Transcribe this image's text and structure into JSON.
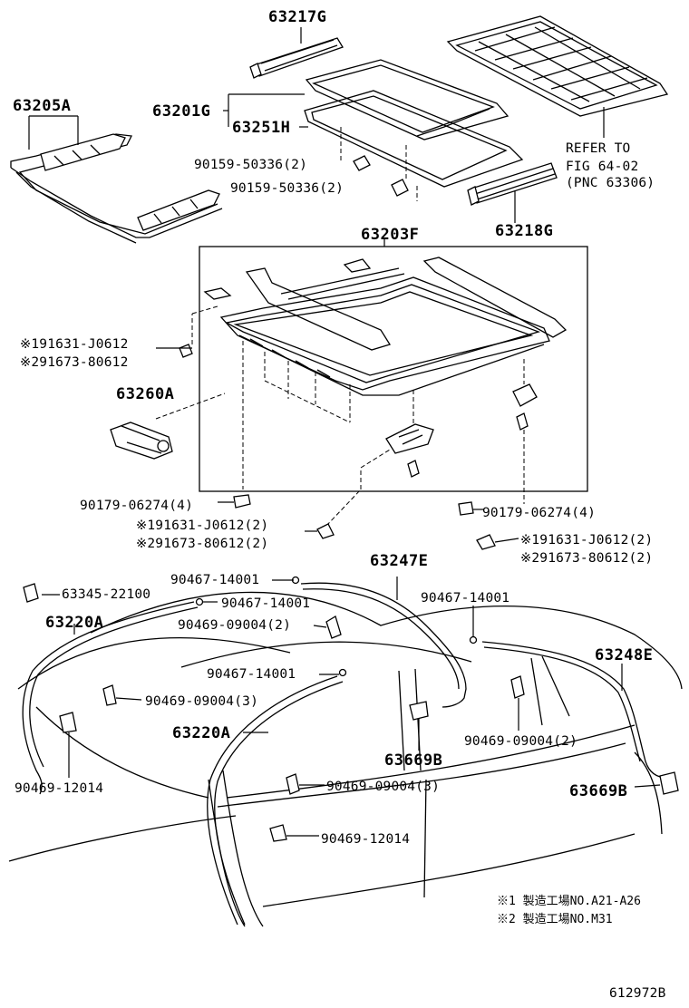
{
  "diagram": {
    "labels": {
      "p63217G": "63217G",
      "p63205A": "63205A",
      "p63201G": "63201G",
      "p63251H": "63251H",
      "p9015950336_a": "90159-50336(2)",
      "p9015950336_b": "90159-50336(2)",
      "refer1": "REFER TO",
      "refer2": "FIG 64-02",
      "refer3": "(PNC 63306)",
      "p63218G": "63218G",
      "p63203F": "63203F",
      "m1_91631": "※191631-J0612",
      "m2_91673": "※291673-80612",
      "p63260A": "63260A",
      "p9017906274_left": "90179-06274(4)",
      "p9017906274_right": "90179-06274(4)",
      "m1_91631_c": "※191631-J0612(2)",
      "m2_91673_c": "※291673-80612(2)",
      "m1_91631_r": "※191631-J0612(2)",
      "m2_91673_r": "※291673-80612(2)",
      "p63247E": "63247E",
      "p9046714001_a": "90467-14001",
      "p6334522100": "63345-22100",
      "p9046714001_b": "90467-14001",
      "p9046714001_c": "90467-14001",
      "p63220A_top": "63220A",
      "p9046909004_2a": "90469-09004(2)",
      "p63248E": "63248E",
      "p9046714001_d": "90467-14001",
      "p9046909004_3a": "90469-09004(3)",
      "p63220A_mid": "63220A",
      "p9046909004_2b": "90469-09004(2)",
      "p63669B_mid": "63669B",
      "p63669B_right": "63669B",
      "p9046912014_left": "90469-12014",
      "p9046909004_3b": "90469-09004(3)",
      "p9046912014_mid": "90469-12014",
      "note1": "※1 製造工場NO.A21-A26",
      "note2": "※2 製造工場NO.M31",
      "figure_id": "612972B"
    }
  }
}
